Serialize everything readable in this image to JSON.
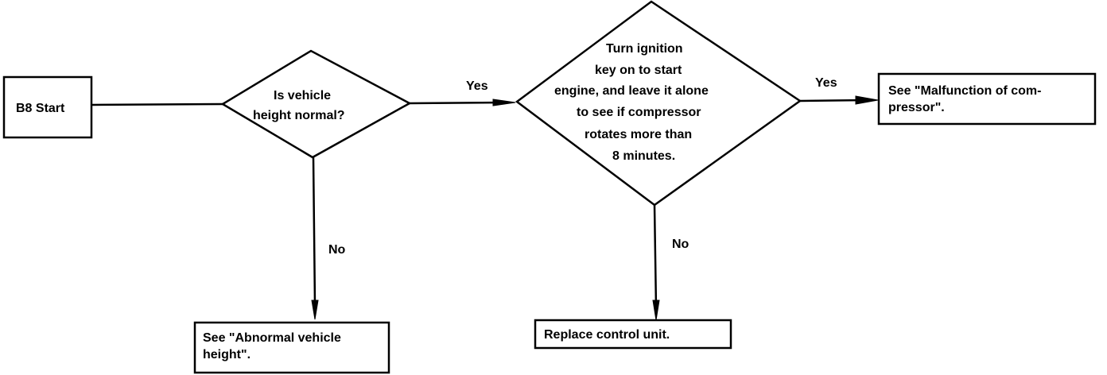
{
  "nodes": {
    "start": {
      "text": "B8 Start"
    },
    "decision_height": {
      "lines": [
        "Is vehicle",
        "height normal?"
      ]
    },
    "decision_compressor": {
      "lines": [
        "Turn ignition",
        "key on to start",
        "engine, and leave it alone",
        "to see if compressor",
        "rotates more than",
        "8 minutes."
      ]
    },
    "result_malfunction": {
      "lines": [
        "See \"Malfunction of com-",
        "pressor\"."
      ]
    },
    "result_abnormal_height": {
      "lines": [
        "See \"Abnormal vehicle",
        "height\"."
      ]
    },
    "result_replace_unit": {
      "lines": [
        "Replace control unit."
      ]
    }
  },
  "edge_labels": {
    "height_yes": "Yes",
    "height_no": "No",
    "compressor_yes": "Yes",
    "compressor_no": "No"
  }
}
